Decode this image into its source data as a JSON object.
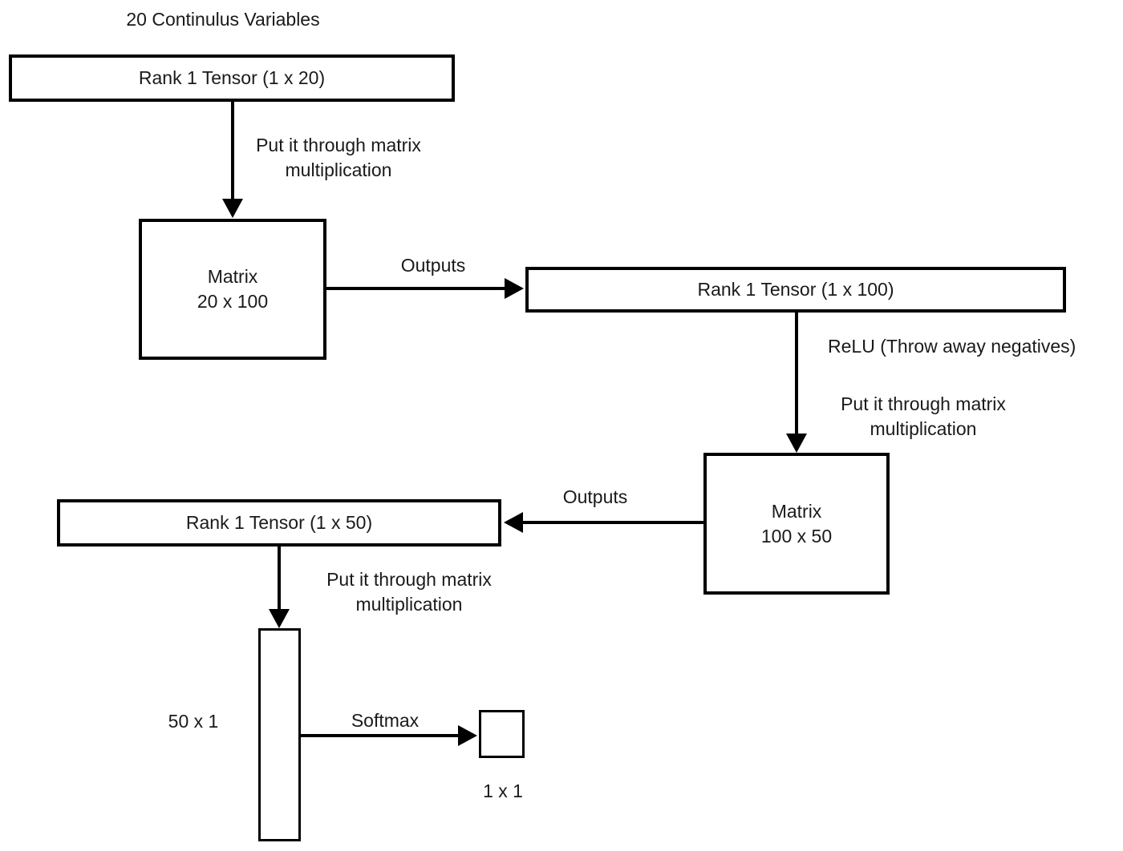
{
  "title": "20 Continulus Variables",
  "nodes": {
    "tensor_1x20": {
      "label": "Rank 1 Tensor (1 x 20)"
    },
    "matrix_20x100": {
      "line1": "Matrix",
      "line2": "20 x 100"
    },
    "tensor_1x100": {
      "label": "Rank 1 Tensor (1 x 100)"
    },
    "matrix_100x50": {
      "line1": "Matrix",
      "line2": "100 x 50"
    },
    "tensor_1x50": {
      "label": "Rank 1 Tensor (1 x 50)"
    },
    "vector_50x1": {
      "label": "50 x 1"
    },
    "output_1x1": {
      "label": "1 x 1"
    }
  },
  "edges": {
    "matmul_1": {
      "line1": "Put it through matrix",
      "line2": "multiplication"
    },
    "outputs_1": {
      "label": "Outputs"
    },
    "relu": {
      "label": "ReLU (Throw away negatives)"
    },
    "matmul_2": {
      "line1": "Put it through matrix",
      "line2": "multiplication"
    },
    "outputs_2": {
      "label": "Outputs"
    },
    "matmul_3": {
      "line1": "Put it through matrix",
      "line2": "multiplication"
    },
    "softmax": {
      "label": "Softmax"
    }
  },
  "colors": {
    "stroke": "#000000",
    "background": "#ffffff",
    "text": "#1a1a1a"
  }
}
